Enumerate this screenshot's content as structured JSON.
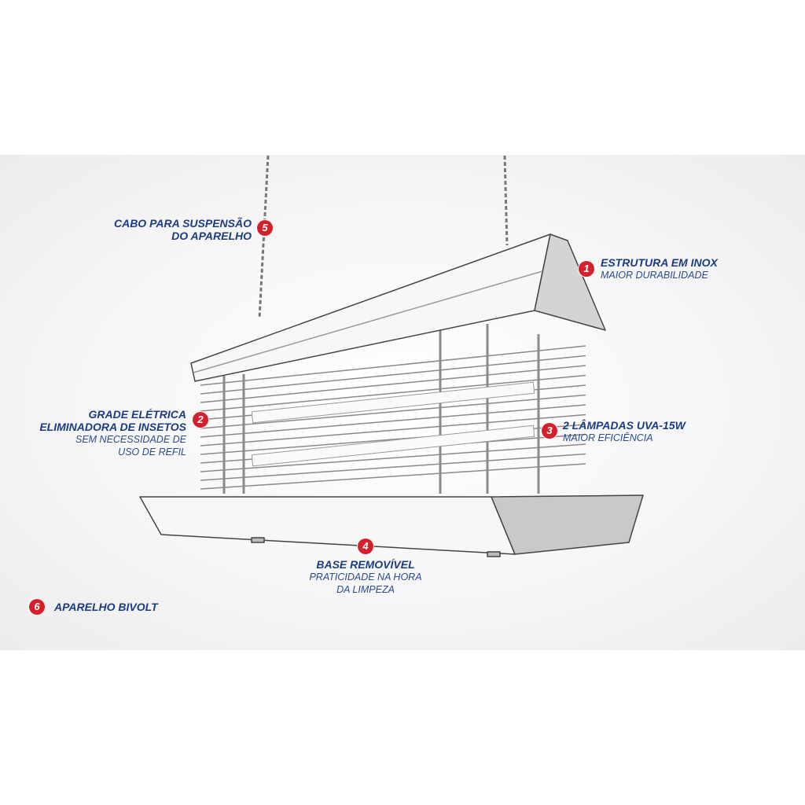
{
  "callouts": [
    {
      "number": "1",
      "title": "ESTRUTURA EM INOX",
      "subtitle": [
        "MAIOR DURABILIDADE"
      ]
    },
    {
      "number": "2",
      "title": [
        "GRADE ELÉTRICA",
        "ELIMINADORA DE INSETOS"
      ],
      "subtitle": [
        "SEM NECESSIDADE DE",
        "USO DE REFIL"
      ]
    },
    {
      "number": "3",
      "title": "2 LÂMPADAS UVA-15W",
      "subtitle": [
        "MAIOR EFICIÊNCIA"
      ]
    },
    {
      "number": "4",
      "title": "BASE REMOVÍVEL",
      "subtitle": [
        "PRATICIDADE NA HORA",
        "DA LIMPEZA"
      ]
    },
    {
      "number": "5",
      "title": [
        "CABO PARA SUSPENSÃO",
        "DO APARELHO"
      ]
    },
    {
      "number": "6",
      "title": "APARELHO BIVOLT"
    }
  ],
  "colors": {
    "accent": "#d3202c",
    "text": "#1b3c80"
  }
}
